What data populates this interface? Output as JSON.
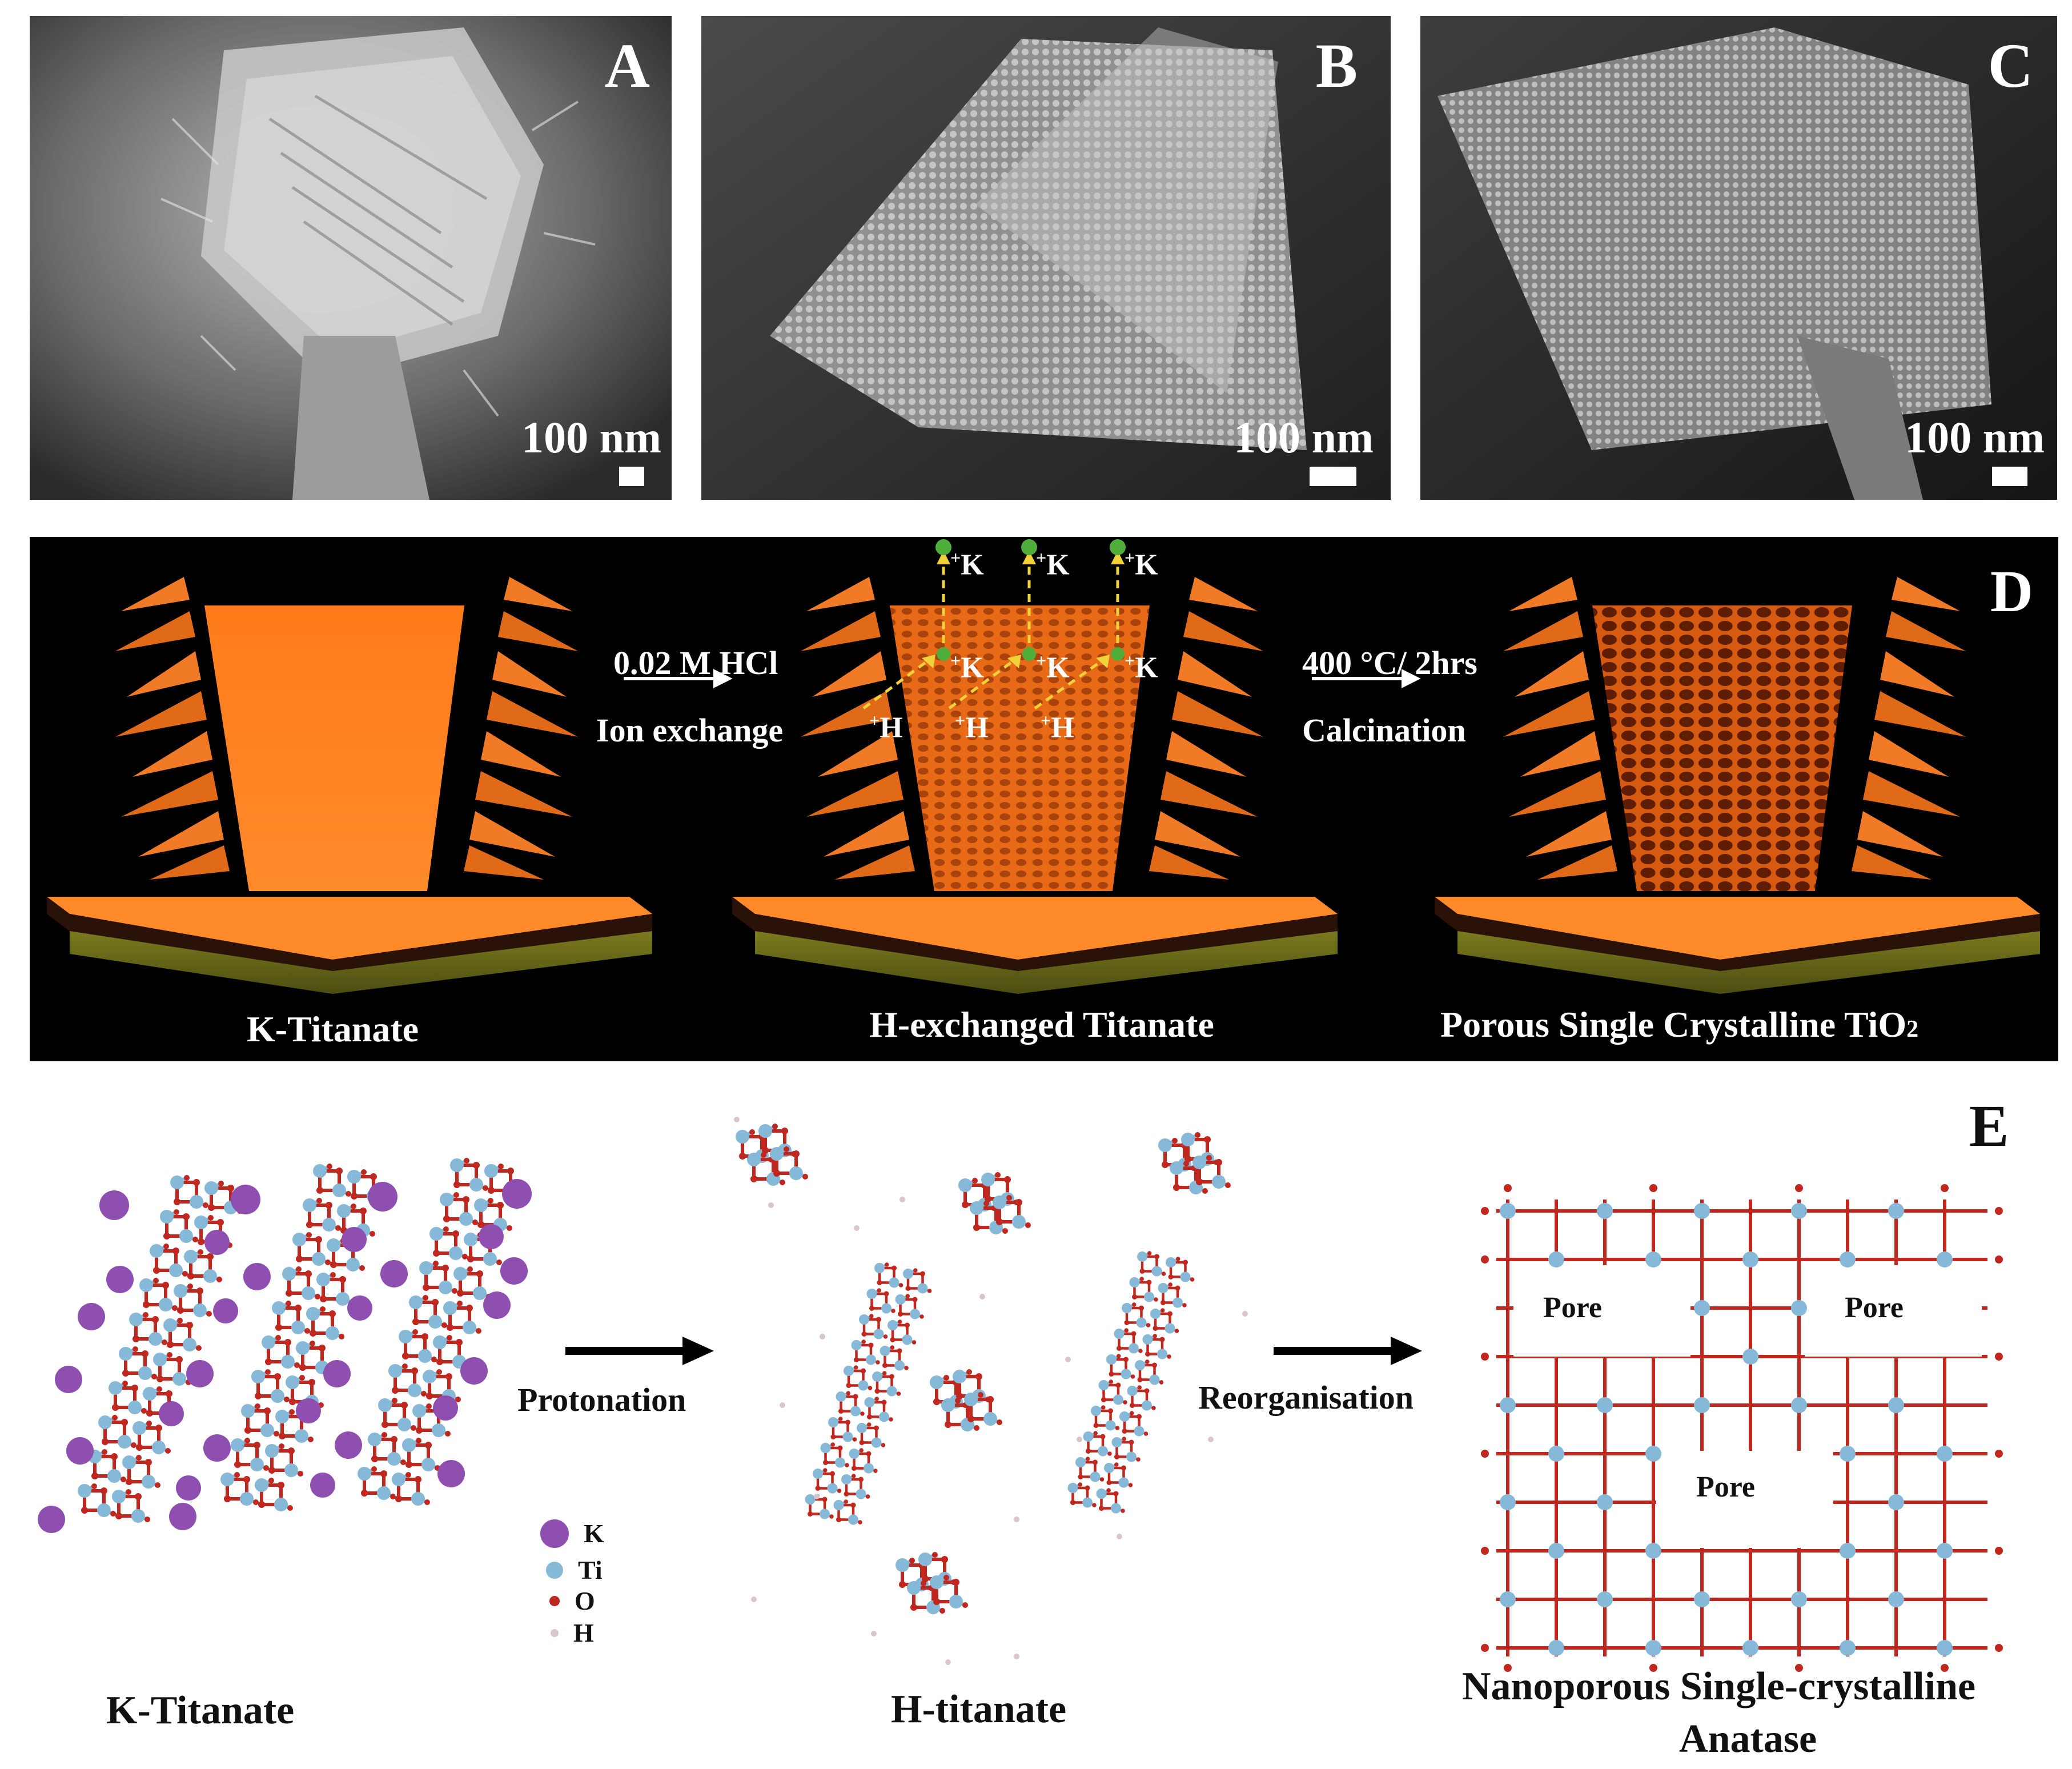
{
  "panels": {
    "A": {
      "label": "A",
      "scale": "100 nm"
    },
    "B": {
      "label": "B",
      "scale": "100 nm"
    },
    "C": {
      "label": "C",
      "scale": "100 nm"
    }
  },
  "panel_d": {
    "label": "D",
    "step1": {
      "top": "0.02 M HCl",
      "bottom": "Ion exchange"
    },
    "step2": {
      "top": "400 °C/ 2hrs",
      "bottom": "Calcination"
    },
    "captions": [
      "K-Titanate",
      "H-exchanged Titanate",
      "Porous Single Crystalline TiO"
    ],
    "subscript": "2",
    "ion_k": "K",
    "ion_h": "H",
    "plus": "+"
  },
  "panel_e": {
    "label": "E",
    "step1": "Protonation",
    "step2": "Reorganisation",
    "captions": [
      "K-Titanate",
      "H-titanate",
      "Nanoporous Single-crystalline",
      "Anatase"
    ],
    "pore": "Pore",
    "legend": [
      {
        "symbol": "K",
        "color": "#8e4fb0"
      },
      {
        "symbol": "Ti",
        "color": "#86b8d8"
      },
      {
        "symbol": "O",
        "color": "#c0281f"
      },
      {
        "symbol": "H",
        "color": "#d9c6cc"
      }
    ]
  }
}
